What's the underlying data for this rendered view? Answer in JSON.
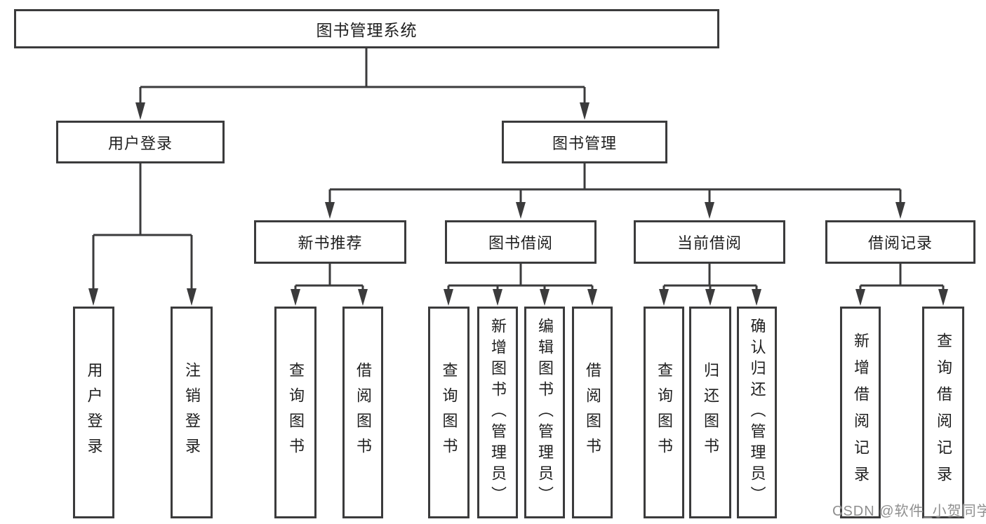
{
  "diagram": {
    "title": "图书管理系统",
    "root": {
      "label": "图书管理系统"
    },
    "level2": [
      {
        "label": "用户登录"
      },
      {
        "label": "图书管理"
      }
    ],
    "level3": [
      {
        "label": "新书推荐"
      },
      {
        "label": "图书借阅"
      },
      {
        "label": "当前借阅"
      },
      {
        "label": "借阅记录"
      }
    ],
    "leaves": [
      {
        "label": "用户登录",
        "parent": "用户登录"
      },
      {
        "label": "注销登录",
        "parent": "用户登录"
      },
      {
        "label": "查询图书",
        "parent": "新书推荐"
      },
      {
        "label": "借阅图书",
        "parent": "新书推荐"
      },
      {
        "label": "查询图书",
        "parent": "图书借阅"
      },
      {
        "label": "新增图书（管理员）",
        "parent": "图书借阅"
      },
      {
        "label": "编辑图书（管理员）",
        "parent": "图书借阅"
      },
      {
        "label": "借阅图书",
        "parent": "图书借阅"
      },
      {
        "label": "查询图书",
        "parent": "当前借阅"
      },
      {
        "label": "归还图书",
        "parent": "当前借阅"
      },
      {
        "label": "确认归还（管理员）",
        "parent": "当前借阅"
      },
      {
        "label": "新增借阅记录",
        "parent": "借阅记录"
      },
      {
        "label": "查询借阅记录",
        "parent": "借阅记录"
      }
    ],
    "watermark": "CSDN @软件_小贺同学",
    "colors": {
      "line": "#3b3b3c",
      "text": "#1f1f1f",
      "watermark": "#8f8f8f",
      "background": "#ffffff"
    }
  }
}
